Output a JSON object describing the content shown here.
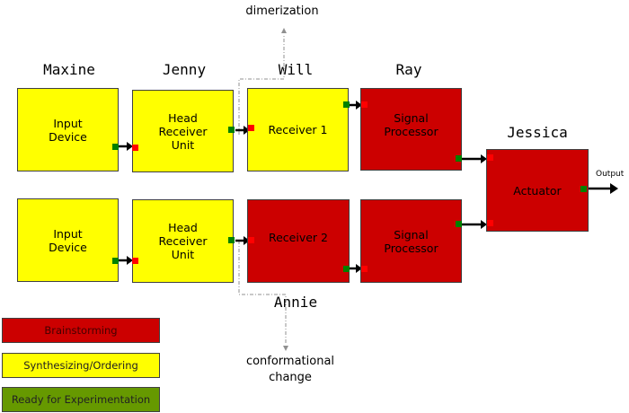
{
  "people": {
    "maxine": "Maxine",
    "jenny": "Jenny",
    "will": "Will",
    "ray": "Ray",
    "jessica": "Jessica",
    "annie": "Annie"
  },
  "blocks": {
    "input_device_1": "Input\nDevice",
    "head_receiver_1": "Head\nReceiver\nUnit",
    "receiver_1": "Receiver 1",
    "signal_processor_1": "Signal\nProcessor",
    "input_device_2": "Input\nDevice",
    "head_receiver_2": "Head\nReceiver\nUnit",
    "receiver_2": "Receiver 2",
    "signal_processor_2": "Signal\nProcessor",
    "actuator": "Actuator"
  },
  "annotations": {
    "top": "dimerization",
    "bottom": "conformational\nchange",
    "output": "Output"
  },
  "legend": [
    {
      "label": "Brainstorming",
      "color": "#cc0000"
    },
    {
      "label": "Synthesizing/Ordering",
      "color": "#ffff00"
    },
    {
      "label": "Ready for Experimentation",
      "color": "#669900"
    }
  ],
  "colors": {
    "brainstorming": "#cc0000",
    "synthesizing": "#ffff00",
    "ready": "#669900",
    "out_port": "#008000",
    "in_port": "#ff0000"
  }
}
